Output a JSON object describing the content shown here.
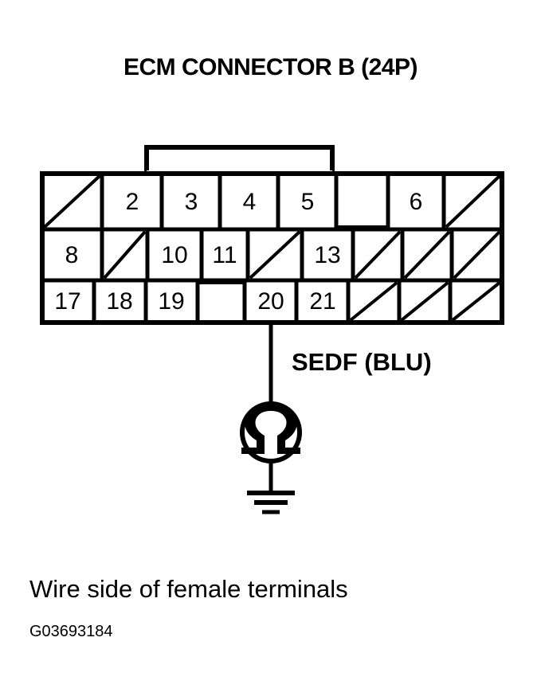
{
  "title": "ECM CONNECTOR B (24P)",
  "caption": "Wire side of female terminals",
  "figure_id": "G03693184",
  "wire": {
    "label": "SEDF (BLU)",
    "signal": "SEDF",
    "color_code": "BLU",
    "origin_terminal": "20"
  },
  "meter": {
    "type": "ohmmeter",
    "symbol": "Ω",
    "grounded": true
  },
  "colors": {
    "line": "#000000",
    "background": "#ffffff",
    "text": "#000000"
  },
  "connector": {
    "name": "ECM CONNECTOR B",
    "pin_count": "24P",
    "rows": [
      {
        "row": 1,
        "cells": [
          {
            "pin": "1",
            "label": "",
            "blank": true
          },
          {
            "pin": "2",
            "label": "2",
            "blank": false
          },
          {
            "pin": "3",
            "label": "3",
            "blank": false
          },
          {
            "pin": "4",
            "label": "4",
            "blank": false
          },
          {
            "pin": "5",
            "label": "5",
            "blank": false
          },
          {
            "pin": "",
            "label": "",
            "blank": false,
            "missing": true
          },
          {
            "pin": "6",
            "label": "6",
            "blank": false
          },
          {
            "pin": "7",
            "label": "",
            "blank": true
          }
        ]
      },
      {
        "row": 2,
        "cells": [
          {
            "pin": "8",
            "label": "8",
            "blank": false
          },
          {
            "pin": "9",
            "label": "",
            "blank": true
          },
          {
            "pin": "10",
            "label": "10",
            "blank": false
          },
          {
            "pin": "11",
            "label": "11",
            "blank": false
          },
          {
            "pin": "12",
            "label": "",
            "blank": true
          },
          {
            "pin": "13",
            "label": "13",
            "blank": false
          },
          {
            "pin": "14",
            "label": "",
            "blank": true
          },
          {
            "pin": "15",
            "label": "",
            "blank": true
          },
          {
            "pin": "16",
            "label": "",
            "blank": true
          }
        ]
      },
      {
        "row": 3,
        "cells": [
          {
            "pin": "17",
            "label": "17",
            "blank": false
          },
          {
            "pin": "18",
            "label": "18",
            "blank": false
          },
          {
            "pin": "19",
            "label": "19",
            "blank": false
          },
          {
            "pin": "",
            "label": "",
            "blank": false,
            "missing": true
          },
          {
            "pin": "20",
            "label": "20",
            "blank": false
          },
          {
            "pin": "21",
            "label": "21",
            "blank": false
          },
          {
            "pin": "22",
            "label": "",
            "blank": true
          },
          {
            "pin": "23",
            "label": "",
            "blank": true
          },
          {
            "pin": "24",
            "label": "",
            "blank": true
          }
        ]
      }
    ]
  }
}
